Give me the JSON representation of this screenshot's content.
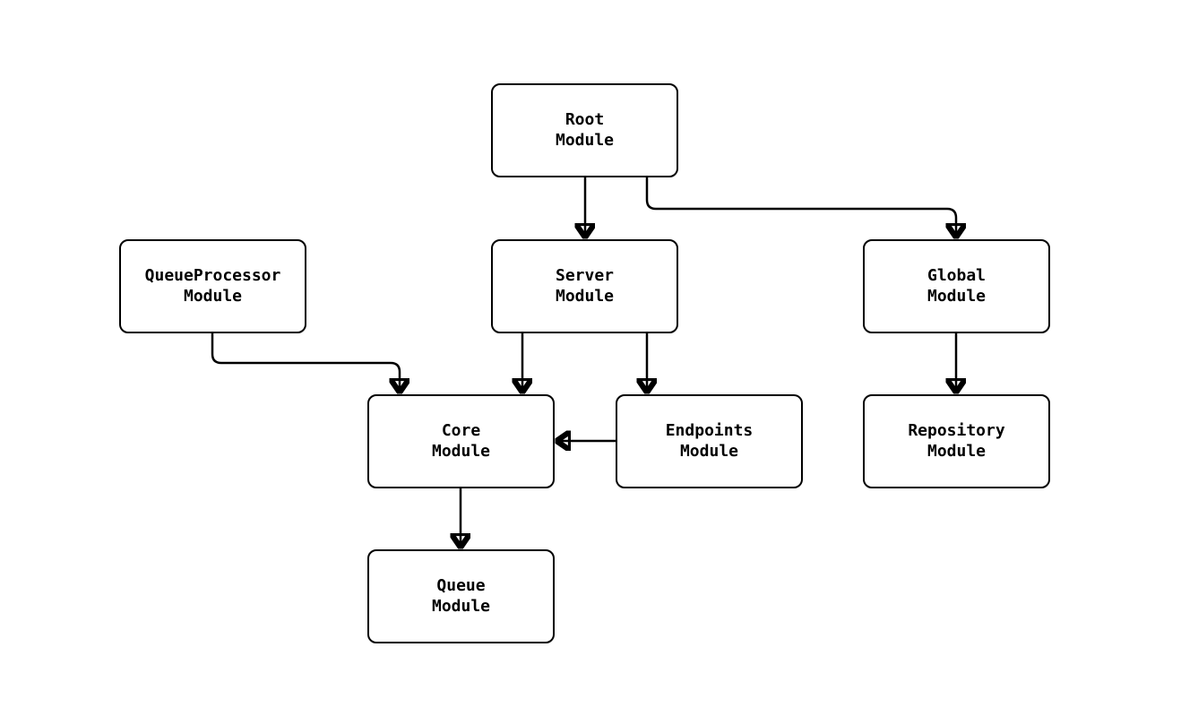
{
  "diagram": {
    "kind": "module-dependency-diagram",
    "background_color": "#ffffff",
    "node_fill_color": "#ffffff",
    "node_border_color": "#000000",
    "edge_color": "#000000",
    "text_color": "#000000",
    "nodes": {
      "root": {
        "label": "Root\nModule"
      },
      "queueproc": {
        "label": "QueueProcessor\nModule"
      },
      "server": {
        "label": "Server\nModule"
      },
      "global": {
        "label": "Global\nModule"
      },
      "core": {
        "label": "Core\nModule"
      },
      "endpoints": {
        "label": "Endpoints\nModule"
      },
      "repository": {
        "label": "Repository\nModule"
      },
      "queue": {
        "label": "Queue\nModule"
      }
    },
    "edges": [
      {
        "from": "Root Module",
        "to": "Server Module"
      },
      {
        "from": "Root Module",
        "to": "Global Module"
      },
      {
        "from": "QueueProcessor Module",
        "to": "Core Module"
      },
      {
        "from": "Server Module",
        "to": "Core Module"
      },
      {
        "from": "Server Module",
        "to": "Endpoints Module"
      },
      {
        "from": "Endpoints Module",
        "to": "Core Module"
      },
      {
        "from": "Global Module",
        "to": "Repository Module"
      },
      {
        "from": "Core Module",
        "to": "Queue Module"
      }
    ]
  }
}
